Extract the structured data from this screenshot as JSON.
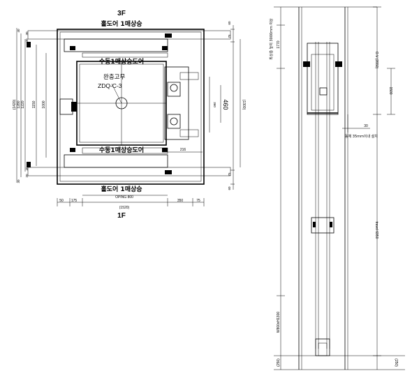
{
  "plan": {
    "floor_top": "3F",
    "door_top": "홀도어 1매상승",
    "car_door_top": "수동1매상승도어",
    "buffer_label": "완충고무",
    "buffer_model": "ZDQ-C-3",
    "car_door_bottom": "수동1매상승도어",
    "door_bottom": "홀도어 1매상승",
    "opening": "OPING 800",
    "opening_total": "(1520)",
    "floor_bottom": "1F",
    "dim_bottom_left": "50",
    "dim_bottom_175": "175",
    "dim_bottom_350": "350",
    "dim_bottom_right": "75",
    "dim_216": "216",
    "dim_460": "460",
    "dim_360": "360",
    "dim_1300": "(1300)",
    "left_dims": [
      "(1420)",
      "1280",
      "1220",
      "1150",
      "1000"
    ],
    "left_small": [
      "40",
      "30",
      "30",
      "40",
      "20",
      "30"
    ],
    "right_small": [
      "60",
      "75",
      "75",
      "60"
    ]
  },
  "section": {
    "top_note": "최상층 높이 3000mm 이상",
    "dim_1770": "1770",
    "ov": "O.V (3550)",
    "dim_1500": "1500",
    "dim_30": "30",
    "stopper_note": "동체 35mm이내 설치",
    "travel": "travel 6950",
    "door_size": "W800xH1300",
    "pit_left": "(250)",
    "pit_right": "(250)"
  }
}
